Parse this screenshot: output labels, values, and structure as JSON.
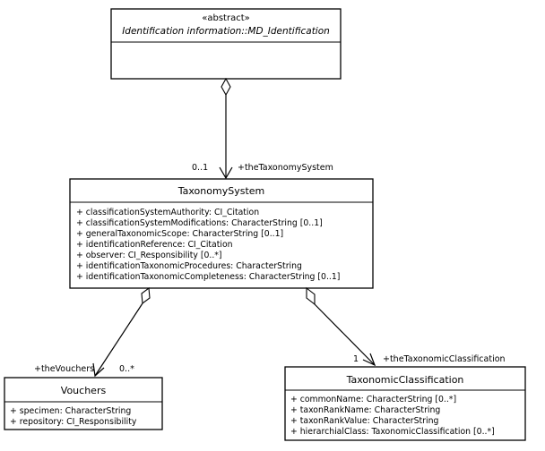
{
  "classes": {
    "md_identification": {
      "stereotype": "«abstract»",
      "name": "Identification information::MD_Identification"
    },
    "taxonomy_system": {
      "name": "TaxonomySystem",
      "attributes": [
        "+ classificationSystemAuthority: CI_Citation",
        "+ classificationSystemModifications: CharacterString [0..1]",
        "+ generalTaxonomicScope: CharacterString [0..1]",
        "+ identificationReference: CI_Citation",
        "+ observer: CI_Responsibility [0..*]",
        "+ identificationTaxonomicProcedures: CharacterString",
        "+ identificationTaxonomicCompleteness: CharacterString [0..1]"
      ]
    },
    "vouchers": {
      "name": "Vouchers",
      "attributes": [
        "+ specimen: CharacterString",
        "+ repository: CI_Responsibility"
      ]
    },
    "taxonomic_classification": {
      "name": "TaxonomicClassification",
      "attributes": [
        "+ commonName: CharacterString [0..*]",
        "+ taxonRankName: CharacterString",
        "+ taxonRankValue: CharacterString",
        "+ hierarchialClass: TaxonomicClassification [0..*]"
      ]
    }
  },
  "associations": {
    "taxonomy_system_link": {
      "multiplicity": "0..1",
      "role": "+theTaxonomySystem"
    },
    "vouchers_link": {
      "role": "+theVouchers",
      "multiplicity": "0..*"
    },
    "classification_link": {
      "multiplicity": "1",
      "role": "+theTaxonomicClassification"
    }
  }
}
